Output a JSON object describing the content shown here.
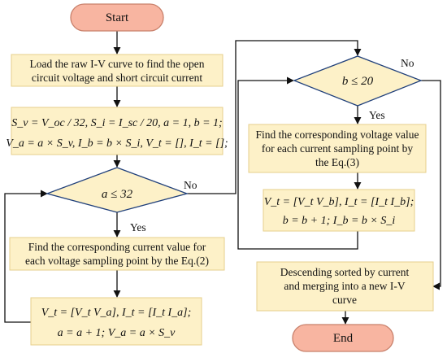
{
  "colors": {
    "process_fill": "#fdf1c8",
    "process_stroke": "#e6cf8c",
    "terminal_fill": "#f8b5a1",
    "terminal_stroke": "#c8806b",
    "diamond_fill": "#fdf1c8",
    "diamond_stroke": "#1f3f7a",
    "arrow": "#111111"
  },
  "nodes": {
    "start": {
      "label": "Start"
    },
    "load": {
      "lines": [
        "Load the raw I-V curve to find the open",
        "circuit voltage and short circuit current"
      ]
    },
    "init": {
      "lines": [
        "S_v = V_oc / 32, S_i = I_sc / 20, a = 1, b = 1;",
        "V_a = a × S_v, I_b = b × S_i, V_t = [], I_t = [];"
      ]
    },
    "cond_a": {
      "label": "a ≤ 32"
    },
    "find_current": {
      "lines": [
        "Find the corresponding current value for",
        "each voltage sampling point by the Eq.(2)"
      ]
    },
    "update_a": {
      "lines": [
        "V_t = [V_t V_a], I_t = [I_t I_a];",
        "a = a + 1; V_a = a × S_v"
      ]
    },
    "cond_b": {
      "label": "b ≤ 20"
    },
    "find_voltage": {
      "lines": [
        "Find the corresponding voltage value",
        "for each current sampling point by",
        "the Eq.(3)"
      ]
    },
    "update_b": {
      "lines": [
        "V_t = [V_t V_b], I_t = [I_t I_b];",
        "b = b + 1; I_b = b × S_i"
      ]
    },
    "sort": {
      "lines": [
        "Descending sorted by current",
        "and merging into a new I-V",
        "curve"
      ]
    },
    "end": {
      "label": "End"
    }
  },
  "branch_labels": {
    "a_yes": "Yes",
    "a_no": "No",
    "b_yes": "Yes",
    "b_no": "No"
  }
}
